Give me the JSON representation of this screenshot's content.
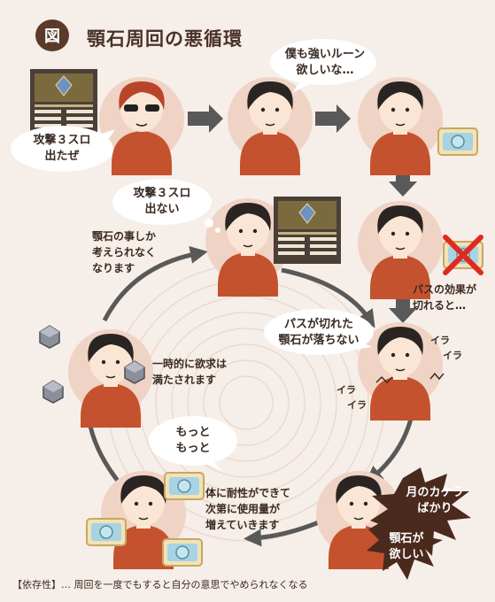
{
  "title_badge": "図",
  "title": "顎石周回の悪循環",
  "bubbles": {
    "wish": "僕も強いルーン\n欲しいな…",
    "got": "攻撃３スロ\n出たぜ",
    "not_got": "攻撃３スロ\n出ない",
    "more": "もっと\nもっと",
    "irritated": "パスが切れた\n顎石が落ちない"
  },
  "notes": {
    "obsessed": "顎石の事しか\n考えられなく\nなります",
    "pass_expire": "パスの効果が\n切れると…",
    "satisfied": "一時的に欲求は\n満たされます",
    "tolerance": "体に耐性ができて\n次第に使用量が\n増えていきます",
    "ira": "イラ",
    "ira2": "イラ",
    "ira3": "イラ",
    "ira4": "イラ"
  },
  "burst": {
    "moon": "月のカケラ\nばかり",
    "want": "顎石が\n欲しい"
  },
  "footer": "【依存性】… 周回を一度でもすると自分の意思でやめられなくなる",
  "colors": {
    "circle": "#efd3c4",
    "shirt": "#c5522e",
    "hair": "#2a2522",
    "skin": "#fbe6d6",
    "arrow": "#595959",
    "burst": "#4b2a1e"
  }
}
